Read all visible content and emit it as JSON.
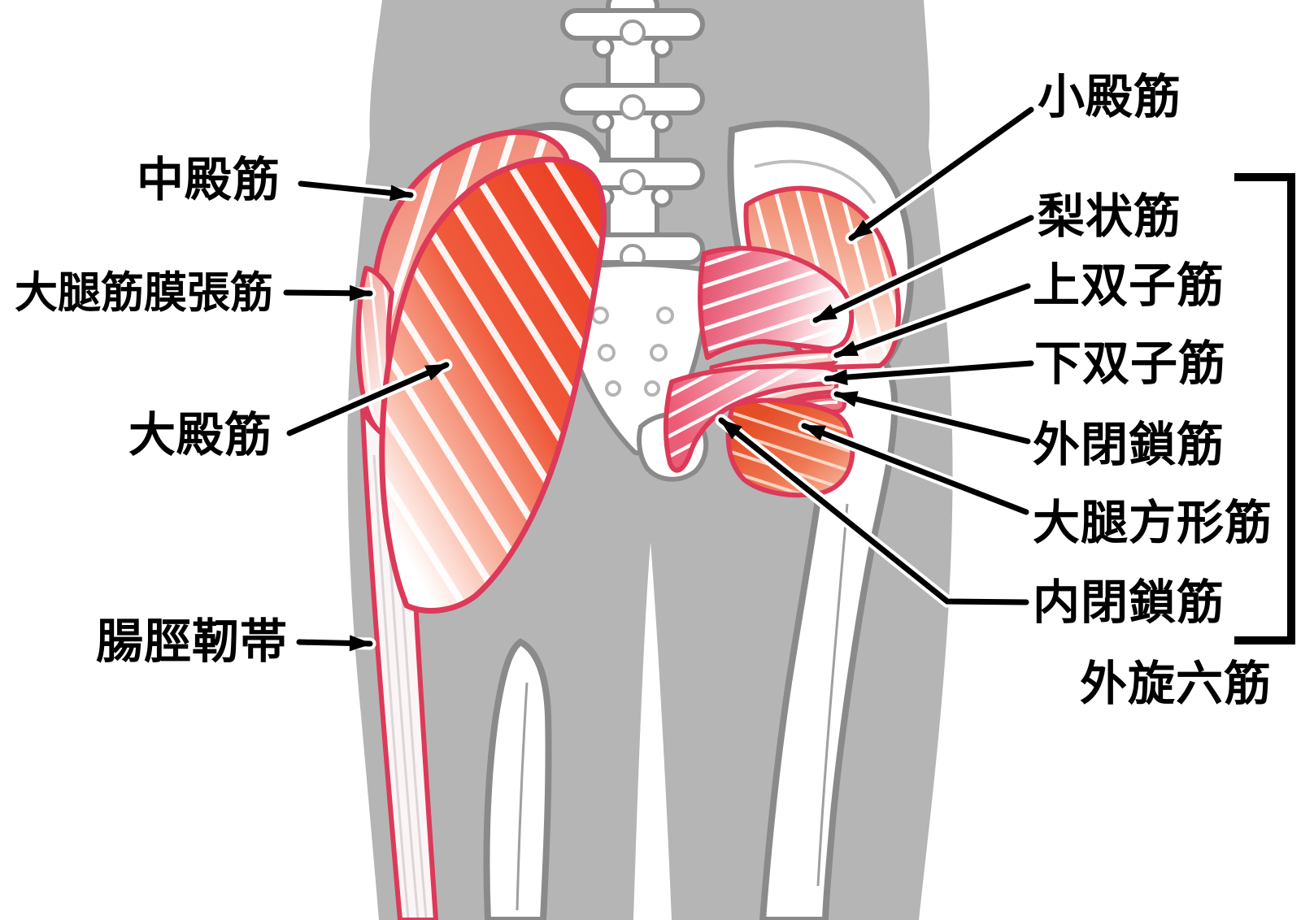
{
  "labels": {
    "gluteus_medius": "中殿筋",
    "tensor_fasciae_latae": "大腿筋膜張筋",
    "gluteus_maximus": "大殿筋",
    "iliotibial_band": "腸脛靭帯",
    "gluteus_minimus": "小殿筋",
    "piriformis": "梨状筋",
    "superior_gemellus": "上双子筋",
    "inferior_gemellus": "下双子筋",
    "obturator_externus": "外閉鎖筋",
    "quadratus_femoris": "大腿方形筋",
    "obturator_internus": "内閉鎖筋"
  },
  "group": {
    "label": "外旋六筋"
  },
  "colors": {
    "background": "#ffffff",
    "silhouette": "#b5b5b5",
    "bone_fill": "#ffffff",
    "bone_outline": "#8a8a8a",
    "muscle_border": "#dc3a58",
    "muscle_red": "#ec4226",
    "muscle_pink": "#e85570",
    "leader_line": "#000000",
    "label_text": "#000000"
  }
}
